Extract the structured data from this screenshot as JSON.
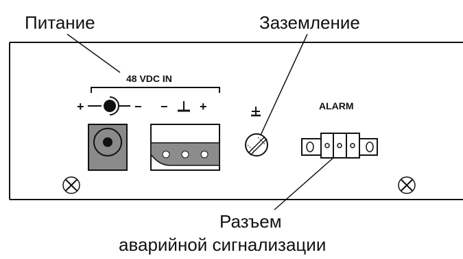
{
  "callouts": {
    "power": "Питание",
    "ground": "Заземление",
    "alarm_line1": "Разъем",
    "alarm_line2": "аварийной сигнализации"
  },
  "panel": {
    "dc_input_label": "48 VDC IN",
    "alarm_label": "ALARM",
    "polarity": {
      "jack_plus": "+",
      "jack_minus": "−",
      "terminal_minus": "−",
      "terminal_plus": "+"
    }
  },
  "colors": {
    "line": "#111111",
    "panel_fill": "#ffffff",
    "jack_fill": "#8a8a8a",
    "terminal_fill": "#8c8c8c"
  }
}
